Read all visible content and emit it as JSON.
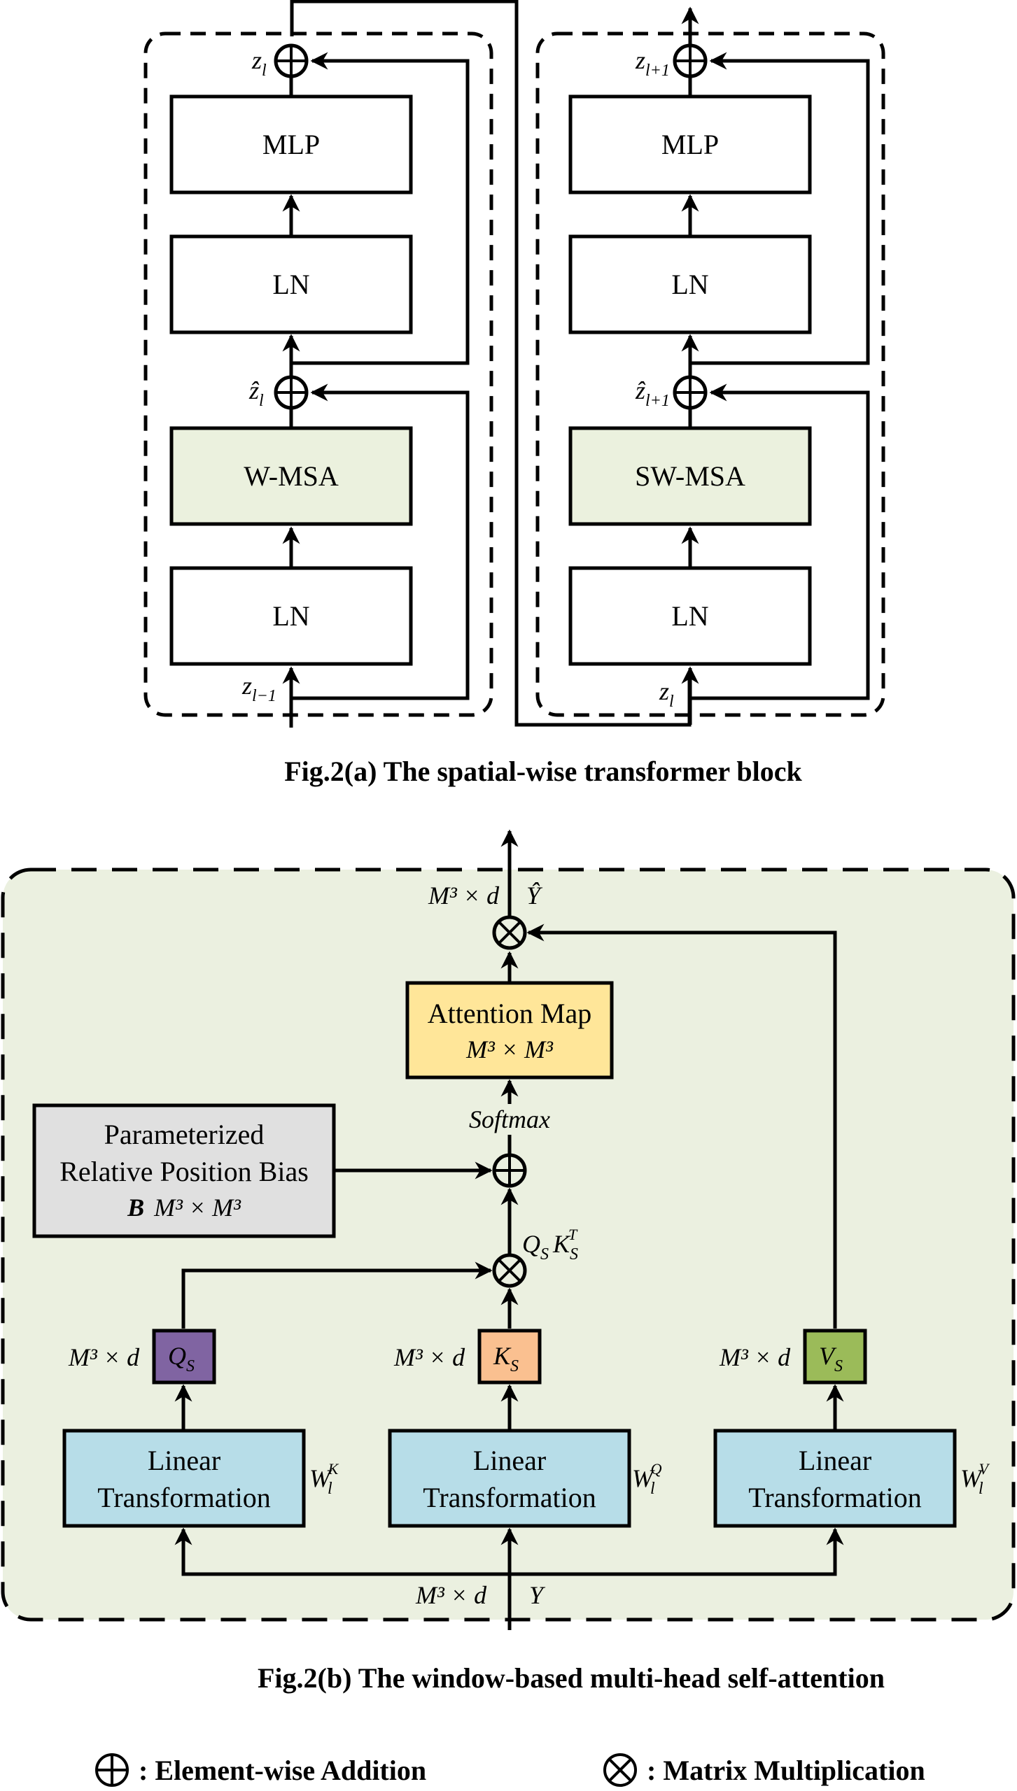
{
  "figure_a": {
    "caption": "Fig.2(a) The spatial-wise transformer block",
    "left_block": {
      "input_label": "z",
      "input_sub": "l−1",
      "mid_label": "ẑ",
      "mid_sub": "l",
      "output_label": "z",
      "output_sub": "l",
      "boxes": [
        "LN",
        "W-MSA",
        "LN",
        "MLP"
      ]
    },
    "right_block": {
      "input_label": "z",
      "input_sub": "l",
      "mid_label": "ẑ",
      "mid_sub": "l+1",
      "output_label": "z",
      "output_sub": "l+1",
      "boxes": [
        "LN",
        "SW-MSA",
        "LN",
        "MLP"
      ]
    }
  },
  "figure_b": {
    "caption": "Fig.2(b) The window-based multi-head self-attention",
    "input": {
      "dim": "M³ × d",
      "label": "Y"
    },
    "output": {
      "dim": "M³ × d",
      "label": "Ŷ"
    },
    "attention_map": {
      "title": "Attention Map",
      "dim": "M³ × M³"
    },
    "softmax": "Softmax",
    "bias": {
      "line1": "Parameterized",
      "line2": "Relative Position Bias",
      "symbol": "B",
      "dim": "M³ × M³"
    },
    "qk_product": {
      "q": "Q",
      "q_sub": "S",
      "k": "K",
      "k_sub": "S",
      "k_sup": "T"
    },
    "projections": [
      {
        "name": "Q",
        "sub": "S",
        "dim": "M³ × d",
        "weight": "W",
        "weight_sub": "l",
        "weight_sup": "K",
        "linear_line1": "Linear",
        "linear_line2": "Transformation",
        "color": "#8064A2"
      },
      {
        "name": "K",
        "sub": "S",
        "dim": "M³ × d",
        "weight": "W",
        "weight_sub": "l",
        "weight_sup": "Q",
        "linear_line1": "Linear",
        "linear_line2": "Transformation",
        "color": "#FAC090"
      },
      {
        "name": "V",
        "sub": "S",
        "dim": "M³ × d",
        "weight": "W",
        "weight_sub": "l",
        "weight_sup": "V",
        "linear_line1": "Linear",
        "linear_line2": "Transformation",
        "color": "#9BBB59"
      }
    ]
  },
  "legend": {
    "add": ": Element-wise Addition",
    "mul": ": Matrix Multiplication"
  },
  "colors": {
    "msa_fill": "#EBF1DE",
    "panel_fill": "#EBF0E0",
    "attention_fill": "#FFE699",
    "bias_fill": "#E0E0E0",
    "linear_fill": "#B7DDE8"
  }
}
